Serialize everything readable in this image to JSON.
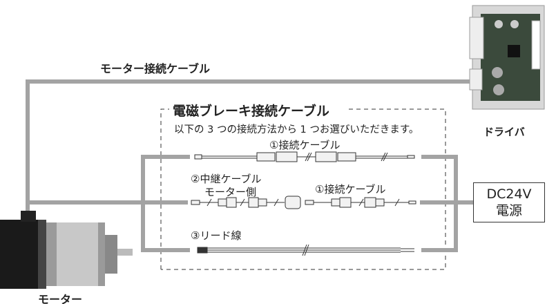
{
  "motor_cable_label": "モーター接続ケーブル",
  "brake_section": {
    "title": "電磁ブレーキ接続ケーブル",
    "instruction": "以下の 3 つの接続方法から 1 つお選びいただきます。",
    "option1_label": "①接続ケーブル",
    "option2_label_line1": "②中継ケーブル",
    "option2_label_line2": "モーター側",
    "option2_cable_label": "①接続ケーブル",
    "option3_label": "③リード線"
  },
  "driver_label": "ドライバ",
  "power_box": {
    "line1": "DC24V",
    "line2": "電源"
  },
  "motor_label": "モーター",
  "colors": {
    "cable": "#a3a3a3",
    "line": "#333333"
  }
}
